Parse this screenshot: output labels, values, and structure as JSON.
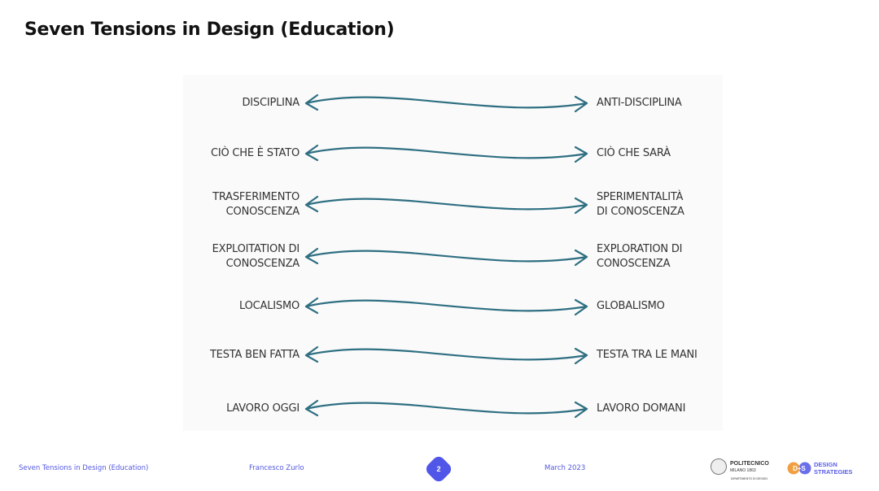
{
  "title": "Seven Tensions in Design (Education)",
  "arrow_color": "#2e6f82",
  "rows": [
    {
      "left": [
        "DISCIPLINA"
      ],
      "right": [
        "ANTI-DISCIPLINA"
      ]
    },
    {
      "left": [
        "CIÒ CHE È STATO"
      ],
      "right": [
        "CIÒ CHE SARÀ"
      ]
    },
    {
      "left": [
        "TRASFERIMENTO",
        "CONOSCENZA"
      ],
      "right": [
        "SPERIMENTALITÀ",
        "DI CONOSCENZA"
      ]
    },
    {
      "left": [
        "EXPLOITATION DI",
        "CONOSCENZA"
      ],
      "right": [
        "EXPLORATION DI",
        "CONOSCENZA"
      ]
    },
    {
      "left": [
        "LOCALISMO"
      ],
      "right": [
        "GLOBALISMO"
      ]
    },
    {
      "left": [
        "TESTA BEN FATTA"
      ],
      "right": [
        "TESTA TRA LE MANI"
      ]
    },
    {
      "left": [
        "LAVORO OGGI"
      ],
      "right": [
        "LAVORO DOMANI"
      ]
    }
  ],
  "footer": {
    "title": "Seven Tensions in Design (Education)",
    "author": "Francesco Zurlo",
    "page": "2",
    "date": "March 2023",
    "poli_name": "POLITECNICO",
    "poli_sub": "MILANO 1863",
    "poli_dept": "DIPARTIMENTO DI DESIGN",
    "ds_mark": "D+S",
    "ds_line1": "DESIGN",
    "ds_line2": "STRATEGIES"
  }
}
